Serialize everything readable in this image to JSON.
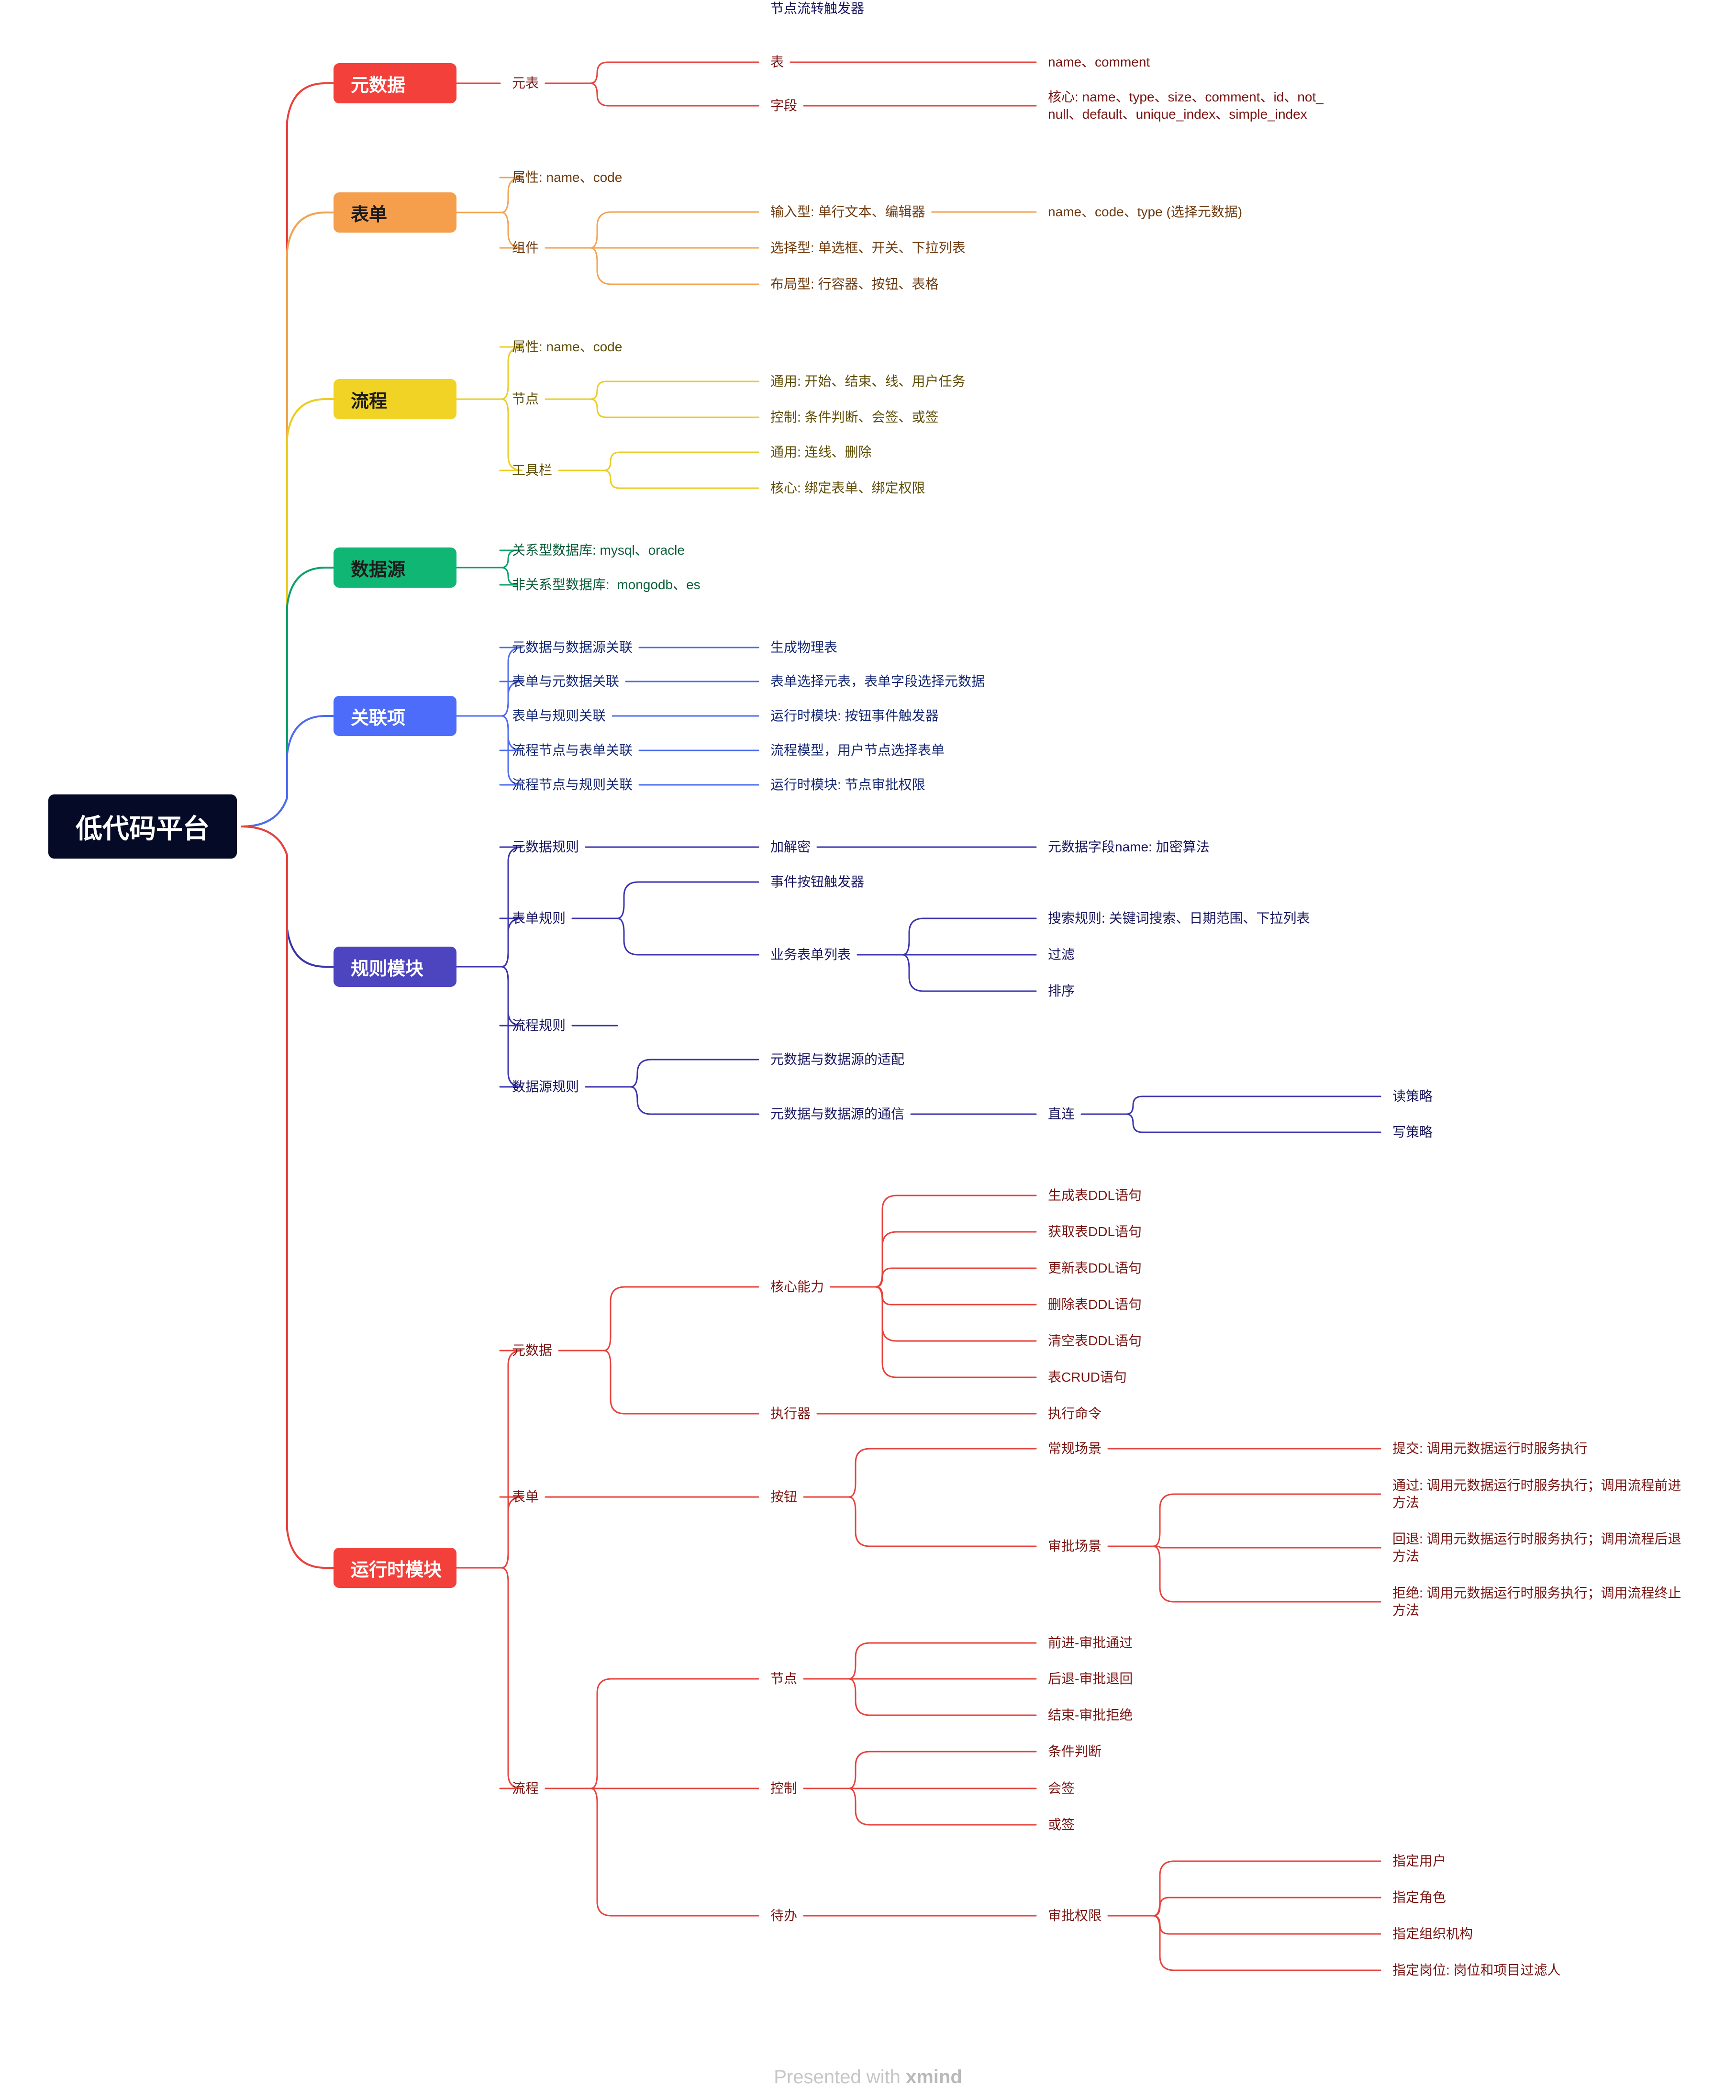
{
  "root": "低代码平台",
  "footer": {
    "prefix": "Presented with",
    "brand": "xmind"
  },
  "branches": [
    {
      "id": "yuanshuju",
      "label": "元数据",
      "color": "#f3403b",
      "text_color": "#ffffff",
      "line_color": "#e8423c",
      "leaf_color": "#7a1512",
      "children": [
        {
          "label": "元表",
          "children": [
            {
              "label": "表",
              "children": [
                {
                  "label": "name、comment"
                }
              ]
            },
            {
              "label": "字段",
              "children": [
                {
                  "label": "核心: name、type、size、comment、id、not_\nnull、default、unique_index、simple_index"
                }
              ]
            }
          ]
        }
      ]
    },
    {
      "id": "biaodan",
      "label": "表单",
      "color": "#f59e4c",
      "text_color": "#1c1c1c",
      "line_color": "#f2a350",
      "leaf_color": "#6e3b10",
      "children": [
        {
          "label": "属性: name、code"
        },
        {
          "label": "组件",
          "children": [
            {
              "label": "输入型: 单行文本、编辑器",
              "children": [
                {
                  "label": "name、code、type (选择元数据)"
                }
              ]
            },
            {
              "label": "选择型: 单选框、开关、下拉列表"
            },
            {
              "label": "布局型: 行容器、按钮、表格"
            }
          ]
        }
      ]
    },
    {
      "id": "liucheng",
      "label": "流程",
      "color": "#f0d324",
      "text_color": "#1c1c1c",
      "line_color": "#ebcc24",
      "leaf_color": "#5e4d06",
      "children": [
        {
          "label": "属性: name、code"
        },
        {
          "label": "节点",
          "children": [
            {
              "label": "通用: 开始、结束、线、用户任务"
            },
            {
              "label": "控制: 条件判断、会签、或签"
            }
          ]
        },
        {
          "label": "工具栏",
          "children": [
            {
              "label": "通用: 连线、删除"
            },
            {
              "label": "核心: 绑定表单、绑定权限"
            }
          ]
        }
      ]
    },
    {
      "id": "shujuyuan",
      "label": "数据源",
      "color": "#0fb674",
      "text_color": "#1c1c1c",
      "line_color": "#10a06a",
      "leaf_color": "#0b5e3a",
      "children": [
        {
          "label": "关系型数据库: mysql、oracle"
        },
        {
          "label": "非关系型数据库:  mongodb、es"
        }
      ]
    },
    {
      "id": "guanlianxiang",
      "label": "关联项",
      "color": "#4d6cf9",
      "text_color": "#ffffff",
      "line_color": "#4d6cf0",
      "leaf_color": "#152875",
      "children": [
        {
          "label": "元数据与数据源关联",
          "children": [
            {
              "label": "生成物理表"
            }
          ]
        },
        {
          "label": "表单与元数据关联",
          "children": [
            {
              "label": "表单选择元表，表单字段选择元数据"
            }
          ]
        },
        {
          "label": "表单与规则关联",
          "children": [
            {
              "label": "运行时模块: 按钮事件触发器"
            }
          ]
        },
        {
          "label": "流程节点与表单关联",
          "children": [
            {
              "label": "流程模型，用户节点选择表单"
            }
          ]
        },
        {
          "label": "流程节点与规则关联",
          "children": [
            {
              "label": "运行时模块: 节点审批权限"
            }
          ]
        }
      ]
    },
    {
      "id": "guize",
      "label": "规则模块",
      "color": "#4d44c0",
      "text_color": "#ffffff",
      "line_color": "#3b34b0",
      "leaf_color": "#191660",
      "children": [
        {
          "label": "元数据规则",
          "children": [
            {
              "label": "加解密",
              "children": [
                {
                  "label": "元数据字段name: 加密算法"
                }
              ]
            }
          ]
        },
        {
          "label": "表单规则",
          "children": [
            {
              "label": "事件按钮触发器"
            },
            {
              "label": "业务表单列表",
              "children": [
                {
                  "label": "搜索规则: 关键词搜索、日期范围、下拉列表"
                },
                {
                  "label": "过滤"
                },
                {
                  "label": "排序"
                }
              ]
            }
          ]
        },
        {
          "label": "流程规则",
          "children": [
            {
              "label": "节点流转触发器"
            }
          ]
        },
        {
          "label": "数据源规则",
          "children": [
            {
              "label": "元数据与数据源的适配"
            },
            {
              "label": "元数据与数据源的通信",
              "children": [
                {
                  "label": "直连",
                  "children": [
                    {
                      "label": "读策略"
                    },
                    {
                      "label": "写策略"
                    }
                  ]
                }
              ]
            }
          ]
        }
      ]
    },
    {
      "id": "yunxingshi",
      "label": "运行时模块",
      "color": "#f3403b",
      "text_color": "#ffffff",
      "line_color": "#e8423c",
      "leaf_color": "#7a1512",
      "children": [
        {
          "label": "元数据",
          "children": [
            {
              "label": "核心能力",
              "children": [
                {
                  "label": "生成表DDL语句"
                },
                {
                  "label": "获取表DDL语句"
                },
                {
                  "label": "更新表DDL语句"
                },
                {
                  "label": "删除表DDL语句"
                },
                {
                  "label": "清空表DDL语句"
                },
                {
                  "label": "表CRUD语句"
                }
              ]
            },
            {
              "label": "执行器",
              "children": [
                {
                  "label": "执行命令"
                }
              ]
            }
          ]
        },
        {
          "label": "表单",
          "children": [
            {
              "label": "按钮",
              "children": [
                {
                  "label": "常规场景",
                  "children": [
                    {
                      "label": "提交: 调用元数据运行时服务执行"
                    }
                  ]
                },
                {
                  "label": "审批场景",
                  "children": [
                    {
                      "label": "通过: 调用元数据运行时服务执行；调用流程前进\n方法"
                    },
                    {
                      "label": "回退: 调用元数据运行时服务执行；调用流程后退\n方法"
                    },
                    {
                      "label": "拒绝: 调用元数据运行时服务执行；调用流程终止\n方法"
                    }
                  ]
                }
              ]
            }
          ]
        },
        {
          "label": "流程",
          "children": [
            {
              "label": "节点",
              "children": [
                {
                  "label": "前进-审批通过"
                },
                {
                  "label": "后退-审批退回"
                },
                {
                  "label": "结束-审批拒绝"
                }
              ]
            },
            {
              "label": "控制",
              "children": [
                {
                  "label": "条件判断"
                },
                {
                  "label": "会签"
                },
                {
                  "label": "或签"
                }
              ]
            },
            {
              "label": "待办",
              "children": [
                {
                  "label": "审批权限",
                  "children": [
                    {
                      "label": "指定用户"
                    },
                    {
                      "label": "指定角色"
                    },
                    {
                      "label": "指定组织机构"
                    },
                    {
                      "label": "指定岗位: 岗位和项目过滤人"
                    }
                  ]
                }
              ]
            }
          ]
        }
      ]
    }
  ]
}
